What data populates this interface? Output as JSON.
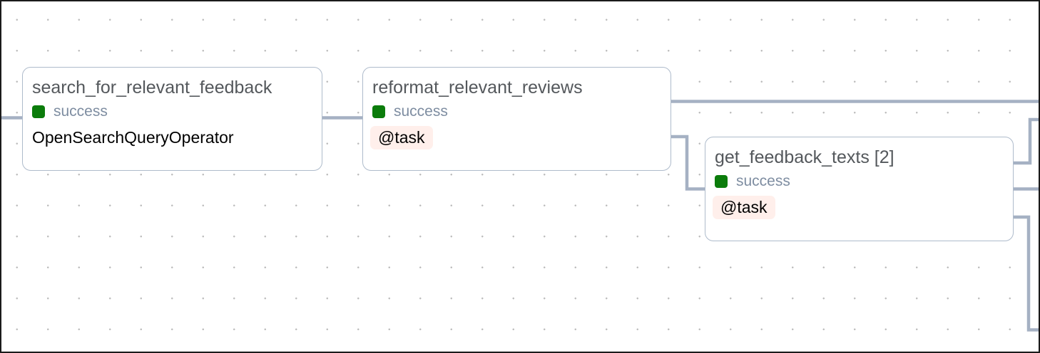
{
  "app": {
    "view": "dag-graph",
    "background_dot_color": "#bdbdbd",
    "edge_color": "#a5b1c3",
    "node_border_color": "#aebbcb",
    "status_success_color": "#0b7c0b",
    "task_decorator_badge_bg": "#ffefeb"
  },
  "nodes": [
    {
      "id": "search_for_relevant_feedback",
      "title": "search_for_relevant_feedback",
      "status": "success",
      "badge": "OpenSearchQueryOperator",
      "badge_style": "plain"
    },
    {
      "id": "reformat_relevant_reviews",
      "title": "reformat_relevant_reviews",
      "status": "success",
      "badge": "@task",
      "badge_style": "pill"
    },
    {
      "id": "get_feedback_texts",
      "title": "get_feedback_texts [2]",
      "status": "success",
      "badge": "@task",
      "badge_style": "pill"
    }
  ],
  "edges": [
    {
      "name": "edge-offscreen-left-to-search_for_relevant_feedback"
    },
    {
      "name": "edge-search_for_relevant_feedback-to-reformat_relevant_reviews"
    },
    {
      "name": "edge-reformat_relevant_reviews-to-offscreen-right"
    },
    {
      "name": "edge-reformat_relevant_reviews-to-get_feedback_texts"
    },
    {
      "name": "edge-get_feedback_texts-to-offscreen-upper-right"
    },
    {
      "name": "edge-get_feedback_texts-to-offscreen-right"
    },
    {
      "name": "edge-get_feedback_texts-to-offscreen-lower-right"
    }
  ]
}
